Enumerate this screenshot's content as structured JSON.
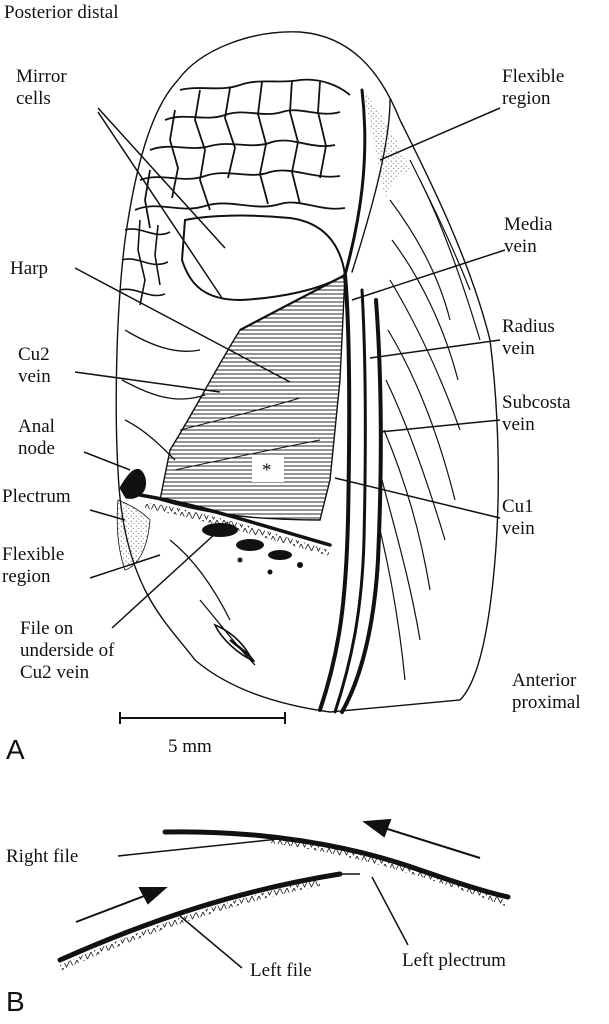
{
  "panel_a": {
    "letter": "A",
    "labels": {
      "posterior_distal": [
        "Posterior distal"
      ],
      "mirror_cells": [
        "Mirror",
        "cells"
      ],
      "flexible_region_top": [
        "Flexible",
        "region"
      ],
      "media_vein": [
        "Media",
        "vein"
      ],
      "harp": [
        "Harp"
      ],
      "radius_vein": [
        "Radius",
        "vein"
      ],
      "cu2_vein": [
        "Cu2",
        "vein"
      ],
      "subcosta_vein": [
        "Subcosta",
        "vein"
      ],
      "anal_node": [
        "Anal",
        "node"
      ],
      "plectrum": [
        "Plectrum"
      ],
      "cu1_vein": [
        "Cu1",
        "vein"
      ],
      "flexible_region_bottom": [
        "Flexible",
        "region"
      ],
      "file_underside": [
        "File on",
        "underside of",
        "Cu2 vein"
      ],
      "anterior_proximal": [
        "Anterior",
        "proximal"
      ]
    },
    "scale_bar": "5 mm",
    "asterisk": "*"
  },
  "panel_b": {
    "letter": "B",
    "labels": {
      "right_file": "Right file",
      "left_file": "Left file",
      "left_plectrum": "Left plectrum"
    }
  },
  "colors": {
    "ink": "#111111",
    "paper": "#ffffff",
    "stipple": "#555555"
  }
}
